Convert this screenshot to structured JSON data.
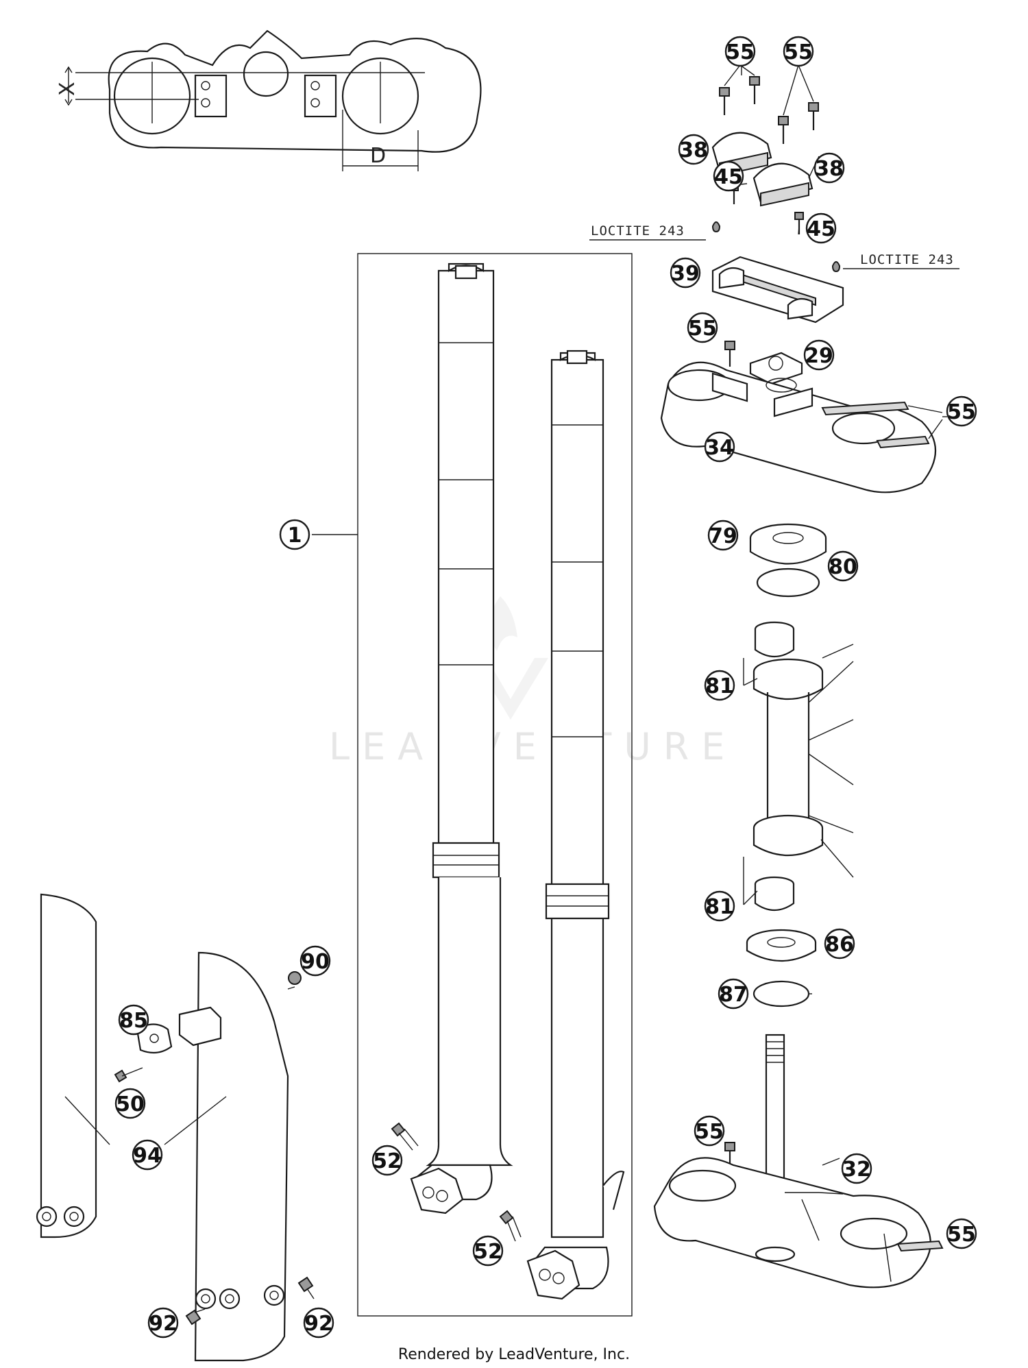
{
  "dimensions": {
    "x_label": "X",
    "d_label": "D"
  },
  "notes": {
    "loctite_left": "LOCTITE 243",
    "loctite_right": "LOCTITE 243"
  },
  "callouts": {
    "c1": "1",
    "c55a": "55",
    "c55b": "55",
    "c38a": "38",
    "c38b": "38",
    "c45a": "45",
    "c45b": "45",
    "c39": "39",
    "c55c": "55",
    "c29": "29",
    "c55d": "55",
    "c34": "34",
    "c79": "79",
    "c80": "80",
    "c81a": "81",
    "c81b": "81",
    "c86": "86",
    "c87": "87",
    "c90": "90",
    "c85": "85",
    "c50": "50",
    "c94": "94",
    "c52a": "52",
    "c52b": "52",
    "c55e": "55",
    "c32": "32",
    "c55f": "55",
    "c92a": "92",
    "c92b": "92"
  },
  "watermark": "LEADVENTURE",
  "footer": "Rendered by LeadVenture, Inc."
}
